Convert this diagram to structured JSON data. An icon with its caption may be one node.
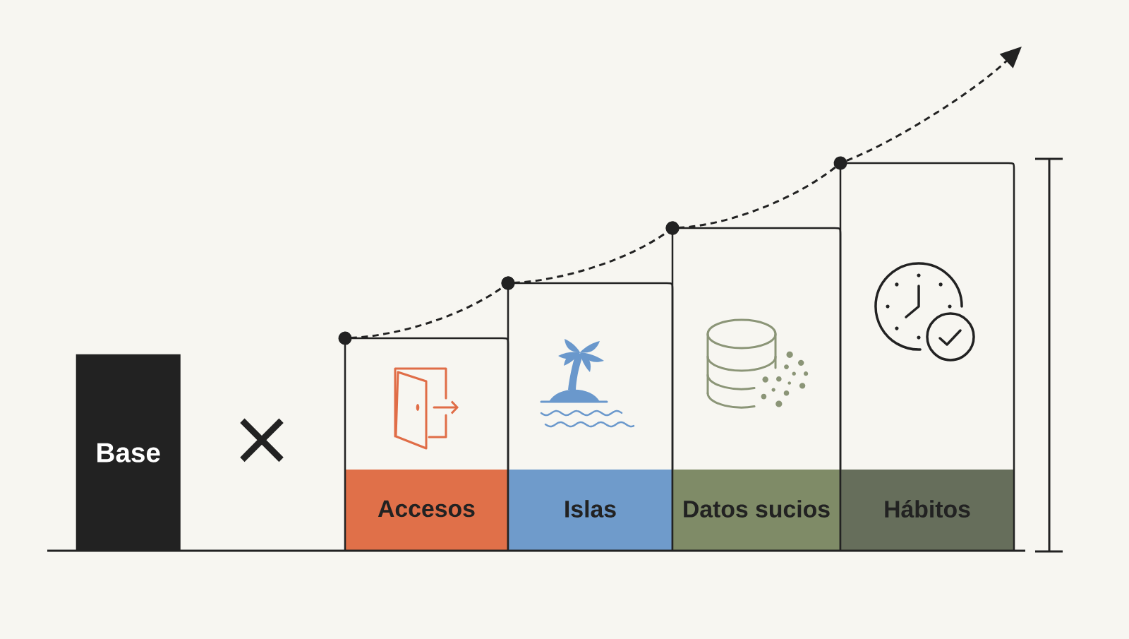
{
  "diagram": {
    "nodes": [
      {
        "text": [
          "Base"
        ]
      },
      {
        "text": [
          "Accesos"
        ]
      },
      {
        "text": [
          "Islas"
        ]
      },
      {
        "text": [
          "Datos sucios"
        ]
      },
      {
        "text": [
          "Hábitos"
        ]
      }
    ],
    "edges": [
      {
        "from": 1,
        "to": 2,
        "arrow": "other",
        "style": "dashed"
      },
      {
        "from": 2,
        "to": 3,
        "arrow": "other",
        "style": "dashed"
      },
      {
        "from": 3,
        "to": 4,
        "arrow": "other",
        "style": "dashed"
      },
      {
        "from": 4,
        "to": null,
        "arrow": "to",
        "style": "dashed"
      }
    ],
    "labels": [
      "×"
    ]
  }
}
